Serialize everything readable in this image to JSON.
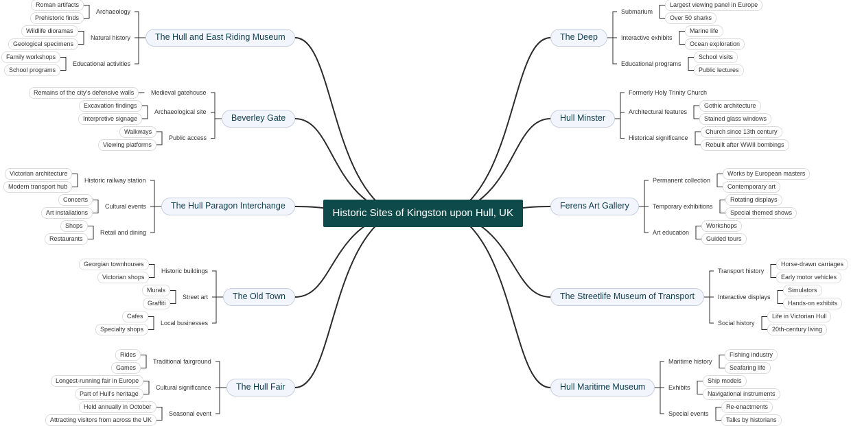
{
  "mindmap": {
    "root": "Historic Sites of Kingston upon Hull, UK",
    "left": [
      {
        "label": "The Hull and East Riding Museum",
        "children": [
          {
            "label": "Archaeology",
            "leaves": [
              "Roman artifacts",
              "Prehistoric finds"
            ]
          },
          {
            "label": "Natural history",
            "leaves": [
              "Wildlife dioramas",
              "Geological specimens"
            ]
          },
          {
            "label": "Educational activities",
            "leaves": [
              "Family workshops",
              "School programs"
            ]
          }
        ]
      },
      {
        "label": "Beverley Gate",
        "children": [
          {
            "label": "Medieval gatehouse",
            "leaves": [
              "Remains of the city's defensive walls"
            ]
          },
          {
            "label": "Archaeological site",
            "leaves": [
              "Excavation findings",
              "Interpretive signage"
            ]
          },
          {
            "label": "Public access",
            "leaves": [
              "Walkways",
              "Viewing platforms"
            ]
          }
        ]
      },
      {
        "label": "The Hull Paragon Interchange",
        "children": [
          {
            "label": "Historic railway station",
            "leaves": [
              "Victorian architecture",
              "Modern transport hub"
            ]
          },
          {
            "label": "Cultural events",
            "leaves": [
              "Concerts",
              "Art installations"
            ]
          },
          {
            "label": "Retail and dining",
            "leaves": [
              "Shops",
              "Restaurants"
            ]
          }
        ]
      },
      {
        "label": "The Old Town",
        "children": [
          {
            "label": "Historic buildings",
            "leaves": [
              "Georgian townhouses",
              "Victorian shops"
            ]
          },
          {
            "label": "Street art",
            "leaves": [
              "Murals",
              "Graffiti"
            ]
          },
          {
            "label": "Local businesses",
            "leaves": [
              "Cafes",
              "Specialty shops"
            ]
          }
        ]
      },
      {
        "label": "The Hull Fair",
        "children": [
          {
            "label": "Traditional fairground",
            "leaves": [
              "Rides",
              "Games"
            ]
          },
          {
            "label": "Cultural significance",
            "leaves": [
              "Longest-running fair in Europe",
              "Part of Hull's heritage"
            ]
          },
          {
            "label": "Seasonal event",
            "leaves": [
              "Held annually in October",
              "Attracting visitors from across the UK"
            ]
          }
        ]
      }
    ],
    "right": [
      {
        "label": "The Deep",
        "children": [
          {
            "label": "Submarium",
            "leaves": [
              "Largest viewing panel in Europe",
              "Over 50 sharks"
            ]
          },
          {
            "label": "Interactive exhibits",
            "leaves": [
              "Marine life",
              "Ocean exploration"
            ]
          },
          {
            "label": "Educational programs",
            "leaves": [
              "School visits",
              "Public lectures"
            ]
          }
        ]
      },
      {
        "label": "Hull Minster",
        "children": [
          {
            "label": "Formerly Holy Trinity Church",
            "leaves": []
          },
          {
            "label": "Architectural features",
            "leaves": [
              "Gothic architecture",
              "Stained glass windows"
            ]
          },
          {
            "label": "Historical significance",
            "leaves": [
              "Church since 13th century",
              "Rebuilt after WWII bombings"
            ]
          }
        ]
      },
      {
        "label": "Ferens Art Gallery",
        "children": [
          {
            "label": "Permanent collection",
            "leaves": [
              "Works by European masters",
              "Contemporary art"
            ]
          },
          {
            "label": "Temporary exhibitions",
            "leaves": [
              "Rotating displays",
              "Special themed shows"
            ]
          },
          {
            "label": "Art education",
            "leaves": [
              "Workshops",
              "Guided tours"
            ]
          }
        ]
      },
      {
        "label": "The Streetlife Museum of Transport",
        "children": [
          {
            "label": "Transport history",
            "leaves": [
              "Horse-drawn carriages",
              "Early motor vehicles"
            ]
          },
          {
            "label": "Interactive displays",
            "leaves": [
              "Simulators",
              "Hands-on exhibits"
            ]
          },
          {
            "label": "Social history",
            "leaves": [
              "Life in Victorian Hull",
              "20th-century living"
            ]
          }
        ]
      },
      {
        "label": "Hull Maritime Museum",
        "children": [
          {
            "label": "Maritime history",
            "leaves": [
              "Fishing industry",
              "Seafaring life"
            ]
          },
          {
            "label": "Exhibits",
            "leaves": [
              "Ship models",
              "Navigational instruments"
            ]
          },
          {
            "label": "Special events",
            "leaves": [
              "Re-enactments",
              "Talks by historians"
            ]
          }
        ]
      }
    ],
    "colors": {
      "root_fill": "#0e4a4a",
      "root_text": "#ffffff",
      "topic_fill": "#f2f5fb",
      "topic_border": "#c7cfe0",
      "topic_text": "#0e3d4d",
      "leaf_border": "#dcdcdc",
      "link": "#2b2b2b"
    }
  }
}
